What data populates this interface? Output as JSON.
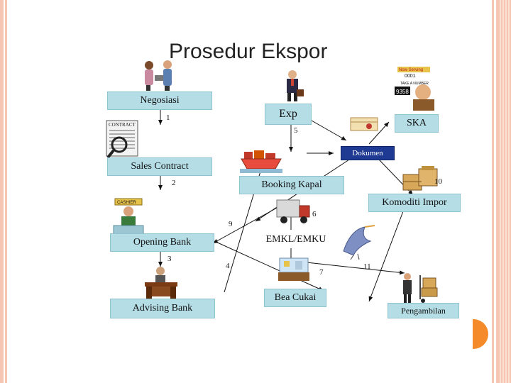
{
  "title": "Prosedur Ekspor",
  "boxes": {
    "negosiasi": "Negosiasi",
    "sales_contract": "Sales Contract",
    "opening_bank": "Opening Bank",
    "advising_bank": "Advising Bank",
    "exp": "Exp",
    "booking_kapal": "Booking Kapal",
    "emkl": "EMKL/EMKU",
    "bea_cukai": "Bea Cukai",
    "dokumen": "Dokumen",
    "ska": "SKA",
    "komoditi_impor": "Komoditi Impor",
    "pengambilan": "Pengambilan"
  },
  "steps": {
    "s1": "1",
    "s2": "2",
    "s3": "3",
    "s4": "4",
    "s5": "5",
    "s6": "6",
    "s7": "7",
    "s9": "9",
    "s10": "10",
    "s11": "11"
  },
  "pictures": {
    "contract_label": "CONTRACT",
    "cashier_label": "CASHIER",
    "now_serving": "Now Serving",
    "ticket_number": "0001",
    "take_number": "TAKE A NUMBER",
    "ticket_number2": "9358"
  },
  "colors": {
    "box_fill": "#b5dde6",
    "dokumen_fill": "#1f3a93",
    "accent_orange": "#f58a2a",
    "border_pink": "#f7c6b3"
  }
}
